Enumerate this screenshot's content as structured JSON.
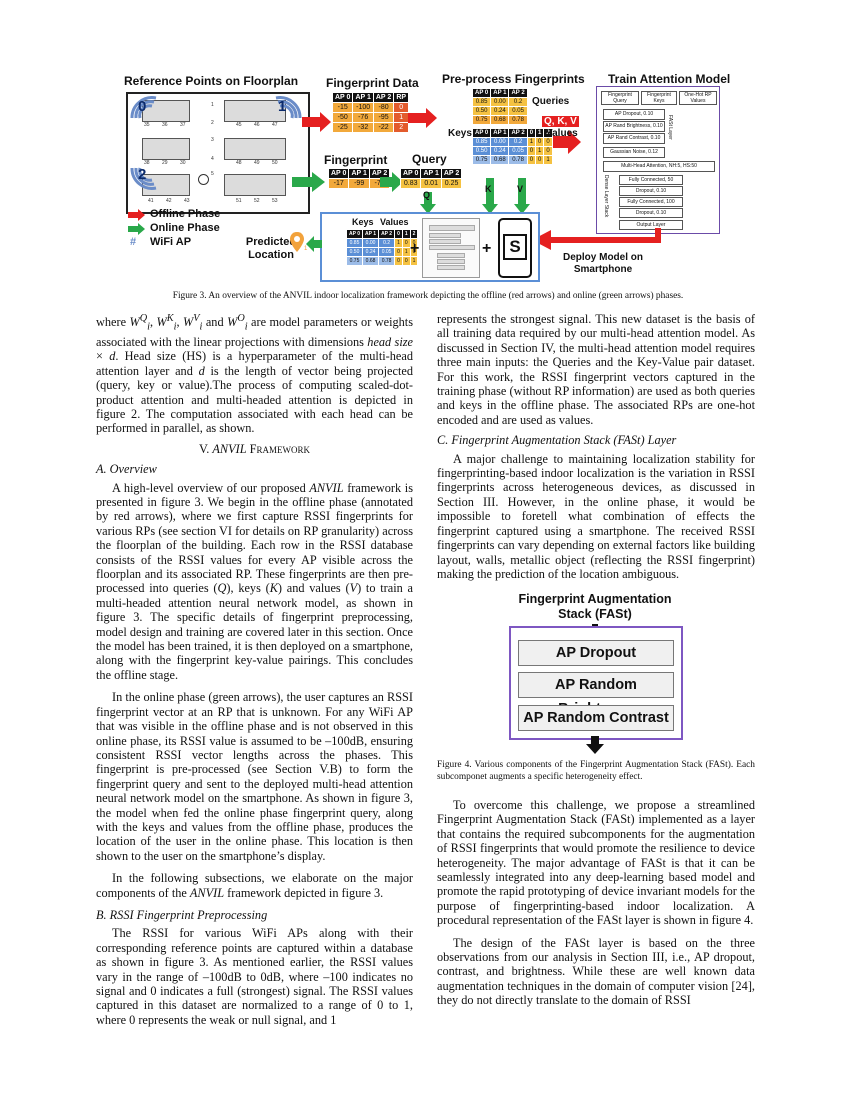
{
  "figure3": {
    "titles": {
      "floorplan": "Reference Points on Floorplan",
      "fingerprint_data": "Fingerprint Data",
      "preprocess": "Pre-process Fingerprints",
      "train": "Train Attention Model",
      "fingerprint": "Fingerprint",
      "query": "Query",
      "predicted_location": "Predicted Location",
      "deploy": "Deploy Model on Smartphone"
    },
    "ap_labels": [
      "0",
      "1",
      "2"
    ],
    "rp_numbers": [
      "1",
      "2",
      "3",
      "4",
      "5",
      "35",
      "36",
      "37",
      "45",
      "46",
      "47",
      "38",
      "29",
      "30",
      "48",
      "49",
      "50",
      "41",
      "42",
      "43",
      "51",
      "52",
      "53"
    ],
    "legend": {
      "offline": "Offline Phase",
      "online": "Online Phase",
      "wifi": "WiFi AP",
      "wifi_symbol": "#"
    },
    "fp_table": {
      "header": [
        "AP 0",
        "AP 1",
        "AP 2",
        "RP"
      ],
      "rows": [
        [
          "-15",
          "-100",
          "-80",
          "0"
        ],
        [
          "-50",
          "-76",
          "-95",
          "1"
        ],
        [
          "-25",
          "-32",
          "-22",
          "2"
        ]
      ]
    },
    "query_fp": {
      "header": [
        "AP 0",
        "AP 1",
        "AP 2"
      ],
      "row": [
        "-17",
        "-99",
        "-75"
      ]
    },
    "query_norm": {
      "header": [
        "AP 0",
        "AP 1",
        "AP 2"
      ],
      "row": [
        "0.83",
        "0.01",
        "0.25"
      ]
    },
    "queries_table": {
      "label": "Queries",
      "header": [
        "AP 0",
        "AP 1",
        "AP 2"
      ],
      "rows": [
        [
          "0.85",
          "0.00",
          "0.2"
        ],
        [
          "0.50",
          "0.24",
          "0.05"
        ],
        [
          "0.75",
          "0.68",
          "0.78"
        ]
      ]
    },
    "keys_values": {
      "keys_label": "Keys",
      "values_label": "Values",
      "header": [
        "AP 0",
        "AP 1",
        "AP 2",
        "0",
        "1",
        "2"
      ],
      "rows": [
        [
          "0.85",
          "0.00",
          "0.2",
          "1",
          "0",
          "0"
        ],
        [
          "0.50",
          "0.24",
          "0.05",
          "0",
          "1",
          "0"
        ],
        [
          "0.75",
          "0.68",
          "0.78",
          "0",
          "0",
          "1"
        ]
      ]
    },
    "qkv_label": "Q, K, V",
    "arrow_labels": {
      "q": "Q",
      "k": "K",
      "v": "V"
    },
    "model": {
      "inputs": [
        "Fingerprint Query",
        "Fingerprint Keys",
        "One-Hot RP Values"
      ],
      "fast_layers": [
        "AP Dropout, 0.10",
        "AP Rand Brightness, 0.10",
        "AP Rand Contrast, 0.10"
      ],
      "noise": "Gaussian Noise, 0.12",
      "fast_side": "FASt Layer",
      "mha": "Multi-Head Attention, NH:5, HS:50",
      "dense_side": "Dense Layer Stack",
      "dense": [
        "Fully Connected, 50",
        "Dropout, 0.10",
        "Fully Connected, 100",
        "Dropout, 0.10"
      ],
      "output": "Output Layer"
    },
    "phone_bottom": {
      "keys_label": "Keys",
      "values_label": "Values",
      "header": [
        "AP 0",
        "AP 1",
        "AP 2",
        "0",
        "1",
        "2"
      ],
      "rows": [
        [
          "0.85",
          "0.00",
          "0.2",
          "1",
          "0",
          "0"
        ],
        [
          "0.50",
          "0.24",
          "0.05",
          "0",
          "1",
          "0"
        ],
        [
          "0.75",
          "0.68",
          "0.78",
          "0",
          "0",
          "1"
        ]
      ],
      "plus": "+",
      "plus2": "+",
      "s_letter": "S"
    },
    "location_digit": "1",
    "caption": "Figure 3. An overview of the ANVIL indoor localization framework depicting the offline (red arrows) and online (green arrows) phases."
  },
  "left": {
    "p1_pre": "where ",
    "w_q": "W",
    "sup_q": "Q",
    "sub_i": "i",
    "p1_after_wq": ", ",
    "w_k": "W",
    "sup_k": "K",
    "p1_after_wk": ", ",
    "w_v": "W",
    "sup_v": "V",
    "p1_and": " and ",
    "w_o": "W",
    "sup_o": "O",
    "p1_rest_a": " are model parameters or weights associated with the linear projections with dimensions ",
    "p1_hs": "head size",
    "p1_times": " × ",
    "p1_d": "d",
    "p1_rest_b": ". Head size (HS) is a hyperparameter of the multi-head attention layer and ",
    "p1_d2": "d",
    "p1_rest_c": " is the length of vector being projected (query, key or value).The process of computing scaled-dot-product attention and multi-headed attention is depicted in figure 2. The computation associated with each head can be performed in parallel, as shown.",
    "sec_num": "V.  ",
    "sec_anvil": "ANVIL",
    "sec_framework": " Framework",
    "subA": "A.  Overview",
    "pA1_a": "A high-level overview of our proposed ",
    "pA1_anvil": "ANVIL",
    "pA1_b": " framework is presented in figure 3. We begin in the offline phase (annotated by red arrows), where we first capture RSSI fingerprints for various RPs (see section VI for details on RP granularity) across the floorplan of the building. Each row in the RSSI database consists of the RSSI values for every AP visible across the floorplan and its associated RP. These fingerprints are then pre-processed into queries (",
    "pA1_q": "Q",
    "pA1_c": "), keys (",
    "pA1_k": "K",
    "pA1_d": ") and values (",
    "pA1_v": "V",
    "pA1_e": ") to train a multi-headed attention neural network model, as shown in figure 3. The specific details of fingerprint preprocessing, model design and training are covered later in this section. Once the model has been trained, it is then deployed on a smartphone, along with the fingerprint key-value pairings. This concludes the offline stage.",
    "pA2": "In the online phase (green arrows), the user captures an RSSI fingerprint vector at an RP that is unknown. For any WiFi AP that was visible in the offline phase and is not observed in this online phase, its RSSI value is assumed to be –100dB, ensuring consistent RSSI vector lengths across the phases. This fingerprint is pre-processed (see Section V.B) to form the fingerprint query and sent to the deployed multi-head attention neural network model on the smartphone. As shown in figure 3, the model when fed the online phase fingerprint query, along with the keys and values from the offline phase, produces the location of the user in the online phase. This location is then shown to the user on the smartphone’s display.",
    "pA3_a": "In the following subsections, we elaborate on the major components of the ",
    "pA3_anvil": "ANVIL",
    "pA3_b": " framework depicted in figure 3.",
    "subB": "B.  RSSI Fingerprint Preprocessing",
    "pB1": "The RSSI for various WiFi APs along with their corresponding reference points are captured within a database as shown in figure 3. As mentioned earlier, the RSSI values vary in the range of –100dB to 0dB, where –100 indicates no signal and 0 indicates a full (strongest) signal. The RSSI values captured in this dataset are normalized to a range of 0 to 1, where 0 represents the weak or null signal, and 1"
  },
  "right": {
    "p1": "represents the strongest signal. This new dataset is the basis of all training data required by our multi-head attention model. As discussed in Section IV, the multi-head attention model requires three main inputs: the Queries and the Key-Value pair dataset. For this work, the RSSI fingerprint vectors captured in the training phase (without RP information) are used as both queries and keys in the offline phase. The associated RPs are one-hot encoded and are used as values.",
    "subC": "C.  Fingerprint Augmentation Stack (FASt) Layer",
    "p2": "A major challenge to maintaining localization stability for fingerprinting-based indoor localization is the variation in RSSI fingerprints across heterogeneous devices, as discussed in Section III. However, in the online phase, it would be impossible to foretell what combination of effects the fingerprint captured using a smartphone. The received RSSI fingerprints can vary depending on external factors like building layout, walls, metallic object (reflecting the RSSI fingerprint) making the prediction of the location ambiguous.",
    "fig4_title_1": "Fingerprint Augmentation",
    "fig4_title_2": "Stack (FASt)",
    "fig4_items": [
      "AP Dropout",
      "AP Random Brightness",
      "AP Random Contrast"
    ],
    "fig4_caption": "Figure 4. Various components of the Fingerprint Augmentation Stack (FASt). Each subcomponet augments a specific heterogeneity effect.",
    "p3": "To overcome this challenge, we propose a streamlined Fingerprint Augmentation Stack (FASt) implemented as a layer that contains the required subcomponents for the augmentation of RSSI fingerprints that would promote the resilience to device heterogeneity. The major advantage of FASt is that it can be seamlessly integrated into any deep-learning based model and promote the rapid prototyping of device invariant models for the purpose of fingerprinting-based indoor localization. A procedural representation of the FASt layer is shown in figure 4.",
    "p4": "The design of the FASt layer is based on the three observations from our analysis in Section III, i.e., AP dropout, contrast, and brightness. While these are well known data augmentation techniques in the domain of computer vision [24], they do not directly translate to the domain of RSSI"
  }
}
